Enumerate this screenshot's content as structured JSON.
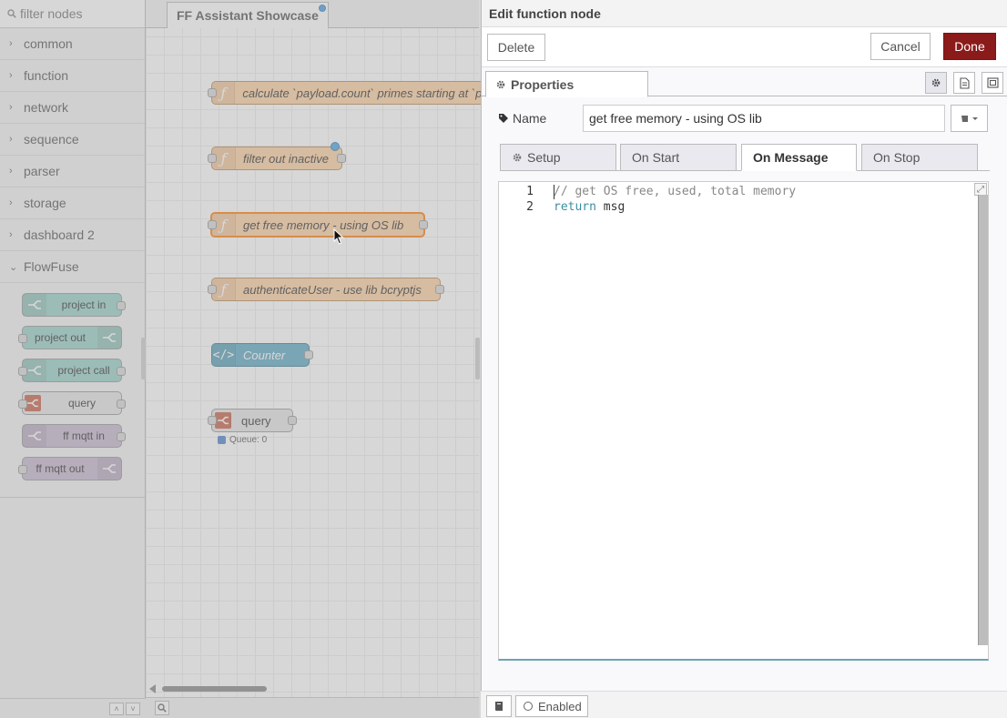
{
  "palette": {
    "search_placeholder": "filter nodes",
    "categories": [
      {
        "label": "common"
      },
      {
        "label": "function"
      },
      {
        "label": "network"
      },
      {
        "label": "sequence"
      },
      {
        "label": "parser"
      },
      {
        "label": "storage"
      },
      {
        "label": "dashboard 2"
      },
      {
        "label": "FlowFuse"
      }
    ],
    "flowfuse_nodes": [
      {
        "label": "project in",
        "color": "#9ad0c8"
      },
      {
        "label": "project out",
        "color": "#9ad0c8"
      },
      {
        "label": "project call",
        "color": "#9ad0c8"
      },
      {
        "label": "query",
        "color": "#e6e6e6"
      },
      {
        "label": "ff mqtt in",
        "color": "#c9b9d1"
      },
      {
        "label": "ff mqtt out",
        "color": "#c9b9d1"
      }
    ]
  },
  "workspace": {
    "flow_tab": "FF Assistant Showcase",
    "nodes": [
      {
        "label": "calculate `payload.count` primes starting at `p"
      },
      {
        "label": "filter out inactive"
      },
      {
        "label": "get free memory - using OS lib"
      },
      {
        "label": "authenticateUser - use lib bcryptjs"
      },
      {
        "label": "Counter"
      },
      {
        "label": "query"
      }
    ],
    "query_status": "Queue: 0"
  },
  "tray": {
    "title": "Edit function node",
    "delete_label": "Delete",
    "cancel_label": "Cancel",
    "done_label": "Done",
    "properties_tab": "Properties",
    "name_label": "Name",
    "name_value": "get free memory - using OS lib",
    "code_tabs": [
      "Setup",
      "On Start",
      "On Message",
      "On Stop"
    ],
    "active_code_tab": "On Message",
    "code": {
      "line_numbers": [
        "1",
        "2"
      ],
      "line1": "// get OS free, used, total memory",
      "line2_kw": "return",
      "line2_rest": " msg"
    },
    "enabled_label": "Enabled"
  },
  "colors": {
    "done_button": "#8b1a1a",
    "function_node": "#fdd0a2",
    "counter_node": "#5fa9c3",
    "selected_outline": "#ff7f0e"
  }
}
